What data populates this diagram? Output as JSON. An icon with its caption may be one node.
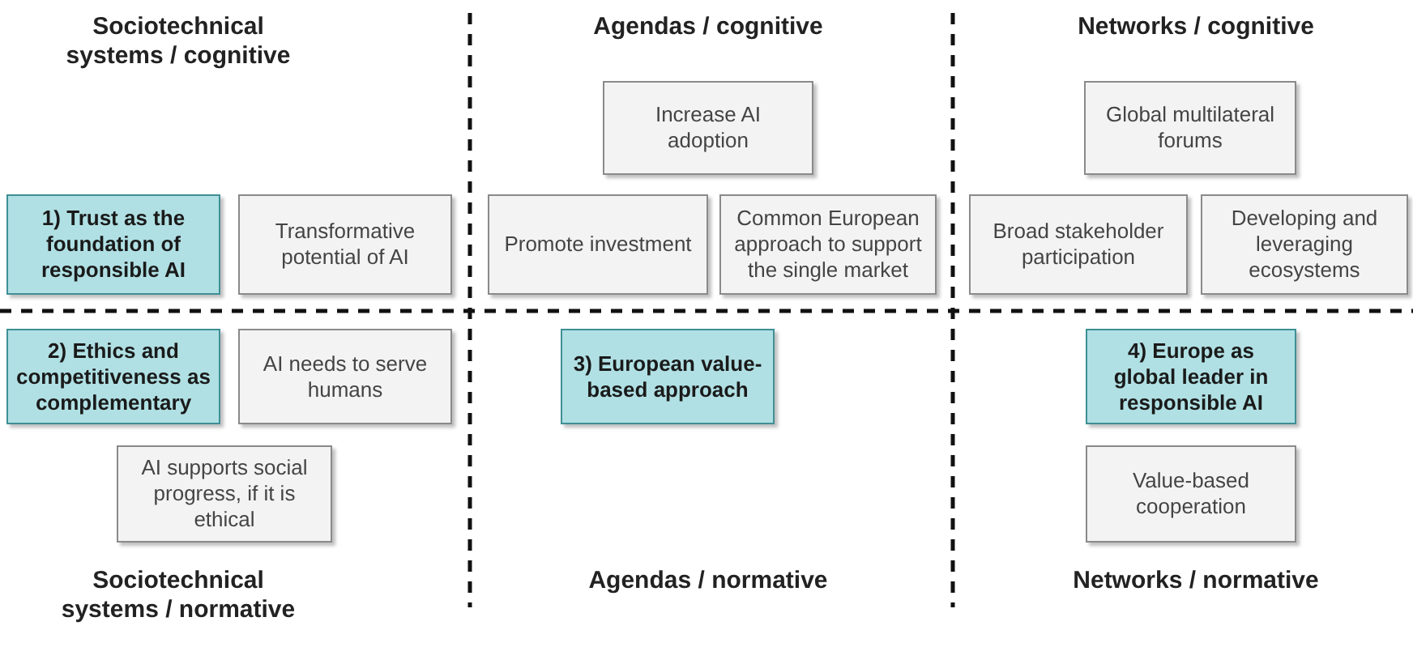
{
  "diagram": {
    "nodes": [
      {
        "text": [
          "1) Trust as the foundation of responsible AI"
        ]
      },
      {
        "text": [
          "Transformative potential of AI"
        ]
      },
      {
        "text": [
          "Increase AI adoption"
        ]
      },
      {
        "text": [
          "Promote investment"
        ]
      },
      {
        "text": [
          "Common European approach to support the single market"
        ]
      },
      {
        "text": [
          "Global multilateral forums"
        ]
      },
      {
        "text": [
          "Broad stakeholder participation"
        ]
      },
      {
        "text": [
          "Developing and leveraging ecosystems"
        ]
      },
      {
        "text": [
          "2) Ethics and competitiveness as complementary"
        ]
      },
      {
        "text": [
          "AI needs to serve humans"
        ]
      },
      {
        "text": [
          "AI supports social progress, if it is ethical"
        ]
      },
      {
        "text": [
          "3) European value-based approach"
        ]
      },
      {
        "text": [
          "4) Europe as global leader in responsible AI"
        ]
      },
      {
        "text": [
          "Value-based cooperation"
        ]
      }
    ],
    "edges": [],
    "labels": [
      "Sociotechnical systems / cognitive",
      "Agendas / cognitive",
      "Networks / cognitive",
      "Sociotechnical systems / normative",
      "Agendas / normative",
      "Networks / normative"
    ]
  }
}
